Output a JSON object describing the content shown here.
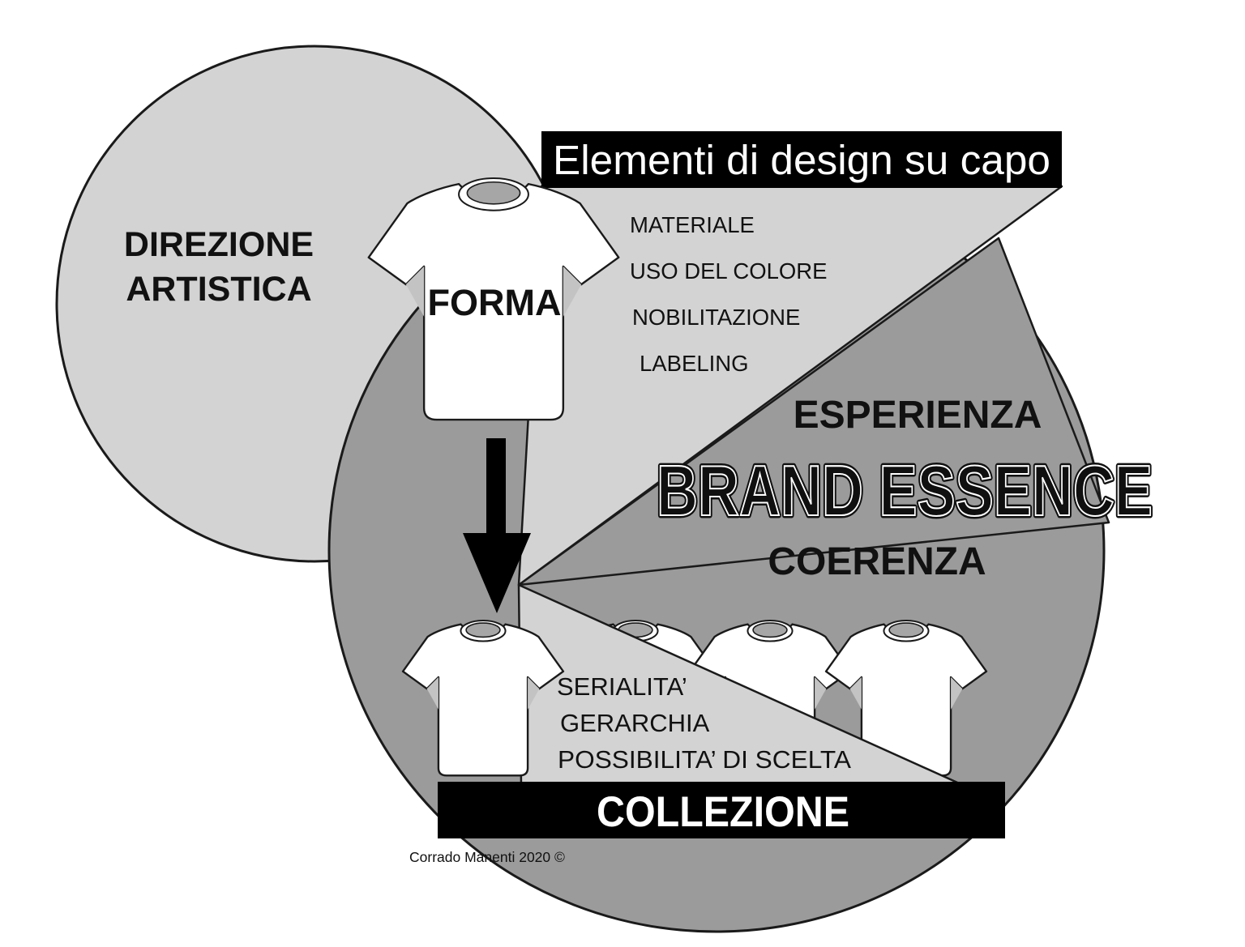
{
  "figure": {
    "title_banner": {
      "label": "Elementi di design su capo"
    },
    "collection_banner": {
      "label": "COLLEZIONE"
    },
    "artistic_direction_circle": {
      "line1": "DIREZIONE",
      "line2": "ARTISTICA"
    },
    "brand_circle": {
      "top_label": "ESPERIENZA",
      "center_label": "BRAND ESSENCE",
      "bottom_label": "COERENZA"
    },
    "garment": {
      "label": "FORMA"
    },
    "design_elements": [
      "MATERIALE",
      "USO DEL COLORE",
      "NOBILITAZIONE",
      "LABELING"
    ],
    "collection_attributes": [
      "SERIALITA’",
      "GERARCHIA",
      "POSSIBILITA’ DI SCELTA"
    ],
    "credit": "Corrado Manenti 2020 ©",
    "colors": {
      "background": "#ffffff",
      "light_gray": "#d3d3d3",
      "dark_gray": "#9b9b9b",
      "banner_black": "#000000",
      "outline": "#1a1a1a",
      "collar_gray": "#a6a6a6",
      "shade_gray": "#c3c3c3"
    }
  }
}
